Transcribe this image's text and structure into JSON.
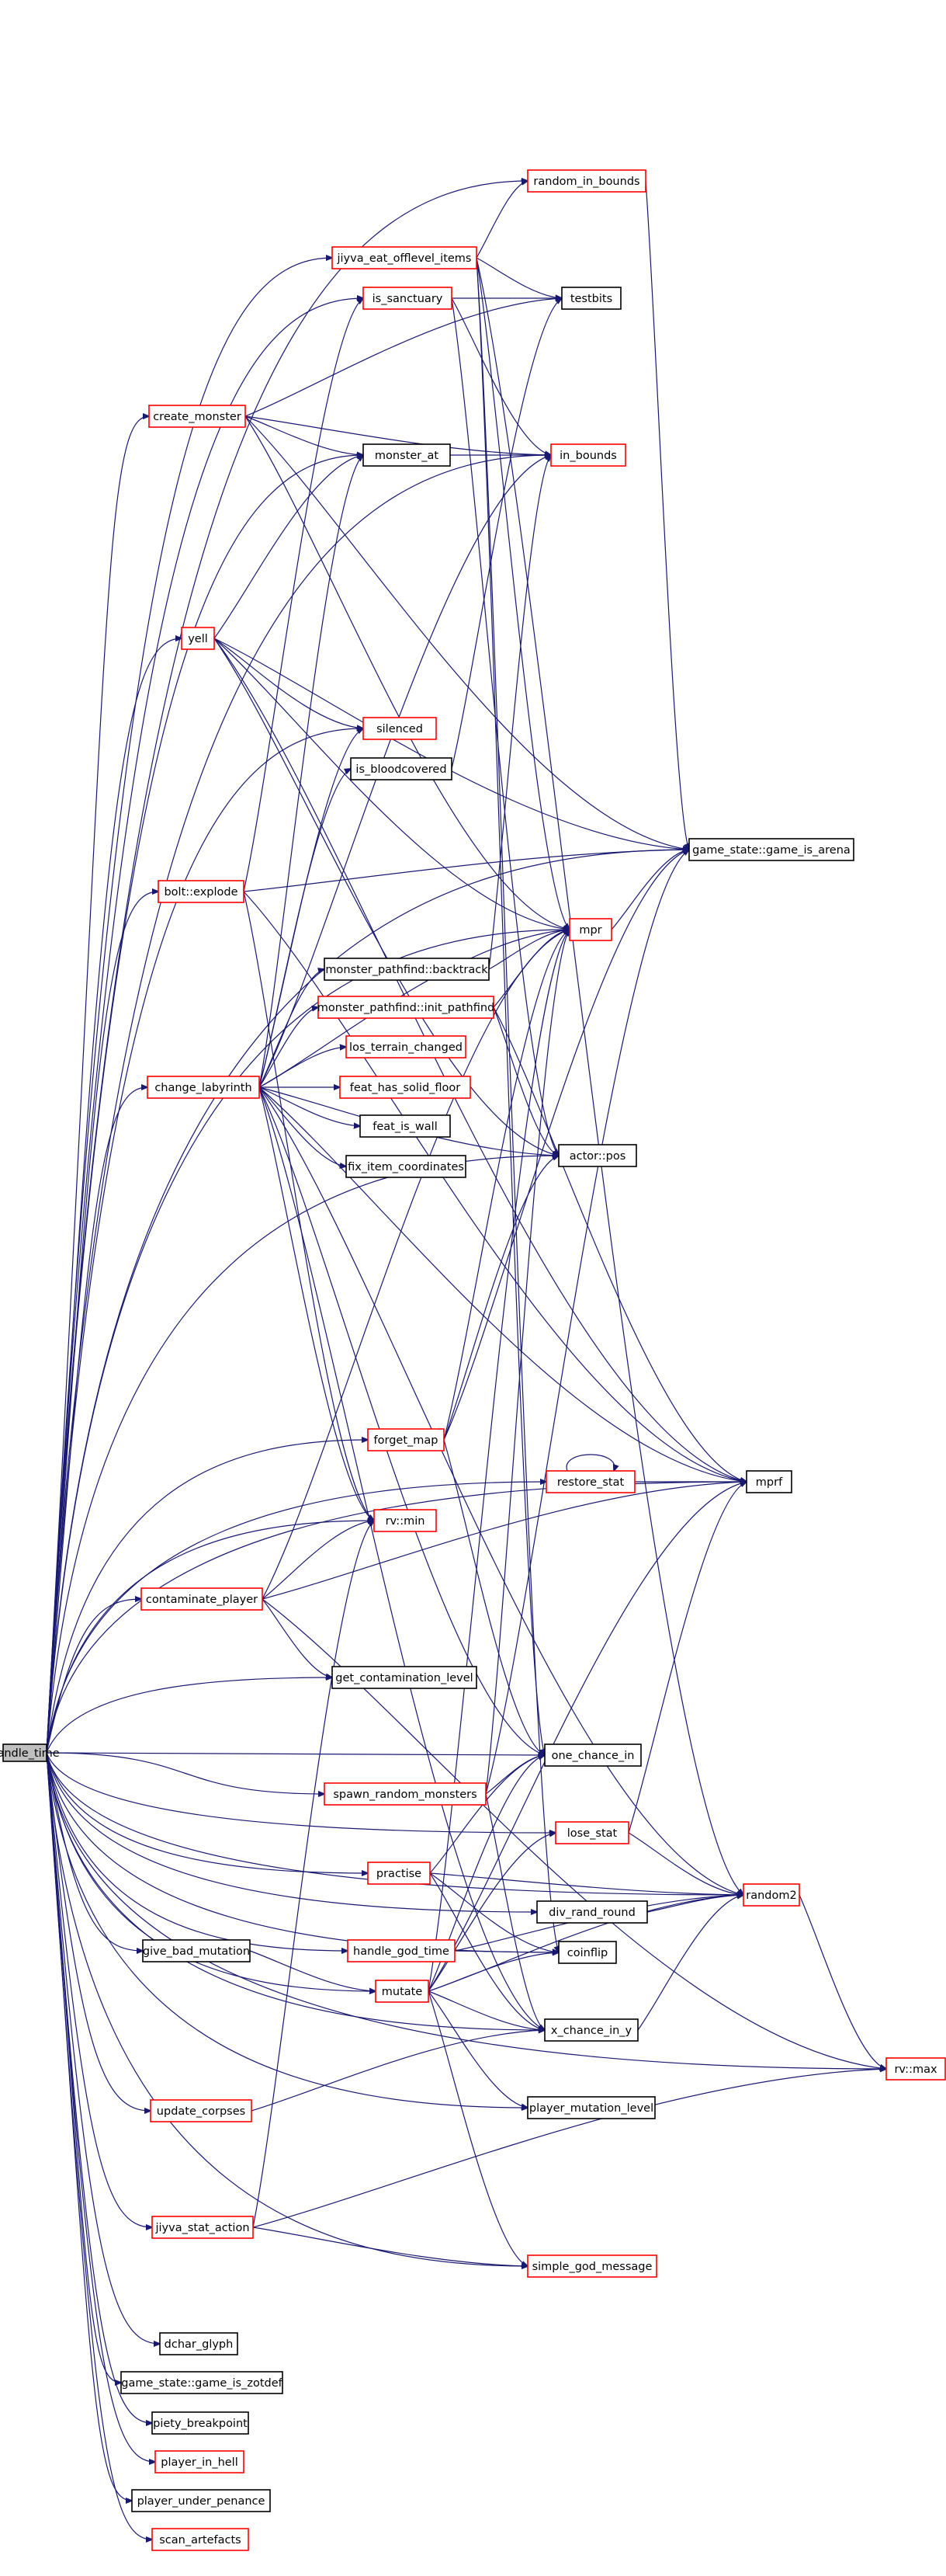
{
  "colors": {
    "edge": "#191970",
    "documented_border": "#ff0000",
    "plain_border": "#000000",
    "root_fill": "#bfbfbf"
  },
  "nodes": {
    "handle_time": {
      "label": "handle_time",
      "style": "root"
    },
    "random_in_bounds": {
      "label": "random_in_bounds",
      "style": "red"
    },
    "jiyva_eat_offlevel_items": {
      "label": "jiyva_eat_offlevel_items",
      "style": "red"
    },
    "testbits": {
      "label": "testbits",
      "style": "black"
    },
    "is_sanctuary": {
      "label": "is_sanctuary",
      "style": "red"
    },
    "create_monster": {
      "label": "create_monster",
      "style": "red"
    },
    "monster_at": {
      "label": "monster_at",
      "style": "black"
    },
    "in_bounds": {
      "label": "in_bounds",
      "style": "red"
    },
    "yell": {
      "label": "yell",
      "style": "red"
    },
    "silenced": {
      "label": "silenced",
      "style": "red"
    },
    "is_bloodcovered": {
      "label": "is_bloodcovered",
      "style": "black"
    },
    "game_is_arena": {
      "label": "game_state::game_is_arena",
      "style": "black"
    },
    "bolt_explode": {
      "label": "bolt::explode",
      "style": "red"
    },
    "mpr": {
      "label": "mpr",
      "style": "red"
    },
    "backtrack": {
      "label": "monster_pathfind::backtrack",
      "style": "black"
    },
    "init_pathfind": {
      "label": "monster_pathfind::init_pathfind",
      "style": "red"
    },
    "change_labyrinth": {
      "label": "change_labyrinth",
      "style": "red"
    },
    "los_terrain_changed": {
      "label": "los_terrain_changed",
      "style": "red"
    },
    "feat_has_solid_floor": {
      "label": "feat_has_solid_floor",
      "style": "red"
    },
    "feat_is_wall": {
      "label": "feat_is_wall",
      "style": "black"
    },
    "fix_item_coordinates": {
      "label": "fix_item_coordinates",
      "style": "black"
    },
    "actor_pos": {
      "label": "actor::pos",
      "style": "black"
    },
    "forget_map": {
      "label": "forget_map",
      "style": "red"
    },
    "restore_stat": {
      "label": "restore_stat",
      "style": "red"
    },
    "mprf": {
      "label": "mprf",
      "style": "black"
    },
    "rv_min": {
      "label": "rv::min",
      "style": "red"
    },
    "contaminate_player": {
      "label": "contaminate_player",
      "style": "red"
    },
    "get_contamination_level": {
      "label": "get_contamination_level",
      "style": "black"
    },
    "one_chance_in": {
      "label": "one_chance_in",
      "style": "black"
    },
    "spawn_random_monsters": {
      "label": "spawn_random_monsters",
      "style": "red"
    },
    "lose_stat": {
      "label": "lose_stat",
      "style": "red"
    },
    "practise": {
      "label": "practise",
      "style": "red"
    },
    "random2": {
      "label": "random2",
      "style": "red"
    },
    "div_rand_round": {
      "label": "div_rand_round",
      "style": "black"
    },
    "give_bad_mutation": {
      "label": "give_bad_mutation",
      "style": "black"
    },
    "handle_god_time": {
      "label": "handle_god_time",
      "style": "red"
    },
    "coinflip": {
      "label": "coinflip",
      "style": "black"
    },
    "mutate": {
      "label": "mutate",
      "style": "red"
    },
    "x_chance_in_y": {
      "label": "x_chance_in_y",
      "style": "black"
    },
    "rv_max": {
      "label": "rv::max",
      "style": "red"
    },
    "update_corpses": {
      "label": "update_corpses",
      "style": "red"
    },
    "player_mutation_level": {
      "label": "player_mutation_level",
      "style": "black"
    },
    "jiyva_stat_action": {
      "label": "jiyva_stat_action",
      "style": "red"
    },
    "simple_god_message": {
      "label": "simple_god_message",
      "style": "red"
    },
    "dchar_glyph": {
      "label": "dchar_glyph",
      "style": "black"
    },
    "game_is_zotdef": {
      "label": "game_state::game_is_zotdef",
      "style": "black"
    },
    "piety_breakpoint": {
      "label": "piety_breakpoint",
      "style": "black"
    },
    "player_in_hell": {
      "label": "player_in_hell",
      "style": "red"
    },
    "player_under_penance": {
      "label": "player_under_penance",
      "style": "black"
    },
    "scan_artefacts": {
      "label": "scan_artefacts",
      "style": "red"
    }
  },
  "edges": [
    [
      "handle_time",
      "random_in_bounds"
    ],
    [
      "handle_time",
      "jiyva_eat_offlevel_items"
    ],
    [
      "handle_time",
      "is_sanctuary"
    ],
    [
      "handle_time",
      "create_monster"
    ],
    [
      "handle_time",
      "monster_at"
    ],
    [
      "handle_time",
      "in_bounds"
    ],
    [
      "handle_time",
      "yell"
    ],
    [
      "handle_time",
      "silenced"
    ],
    [
      "handle_time",
      "game_is_arena"
    ],
    [
      "handle_time",
      "bolt_explode"
    ],
    [
      "handle_time",
      "mpr"
    ],
    [
      "handle_time",
      "change_labyrinth"
    ],
    [
      "handle_time",
      "actor_pos"
    ],
    [
      "handle_time",
      "forget_map"
    ],
    [
      "handle_time",
      "restore_stat"
    ],
    [
      "handle_time",
      "mprf"
    ],
    [
      "handle_time",
      "rv_min"
    ],
    [
      "handle_time",
      "contaminate_player"
    ],
    [
      "handle_time",
      "get_contamination_level"
    ],
    [
      "handle_time",
      "one_chance_in"
    ],
    [
      "handle_time",
      "spawn_random_monsters"
    ],
    [
      "handle_time",
      "lose_stat"
    ],
    [
      "handle_time",
      "practise"
    ],
    [
      "handle_time",
      "random2"
    ],
    [
      "handle_time",
      "div_rand_round"
    ],
    [
      "handle_time",
      "give_bad_mutation"
    ],
    [
      "handle_time",
      "handle_god_time"
    ],
    [
      "handle_time",
      "coinflip"
    ],
    [
      "handle_time",
      "mutate"
    ],
    [
      "handle_time",
      "x_chance_in_y"
    ],
    [
      "handle_time",
      "rv_max"
    ],
    [
      "handle_time",
      "update_corpses"
    ],
    [
      "handle_time",
      "player_mutation_level"
    ],
    [
      "handle_time",
      "jiyva_stat_action"
    ],
    [
      "handle_time",
      "simple_god_message"
    ],
    [
      "handle_time",
      "dchar_glyph"
    ],
    [
      "handle_time",
      "game_is_zotdef"
    ],
    [
      "handle_time",
      "piety_breakpoint"
    ],
    [
      "handle_time",
      "player_in_hell"
    ],
    [
      "handle_time",
      "player_under_penance"
    ],
    [
      "handle_time",
      "scan_artefacts"
    ],
    [
      "random_in_bounds",
      "game_is_arena"
    ],
    [
      "jiyva_eat_offlevel_items",
      "random_in_bounds"
    ],
    [
      "jiyva_eat_offlevel_items",
      "testbits"
    ],
    [
      "jiyva_eat_offlevel_items",
      "mpr"
    ],
    [
      "jiyva_eat_offlevel_items",
      "one_chance_in"
    ],
    [
      "jiyva_eat_offlevel_items",
      "random2"
    ],
    [
      "jiyva_eat_offlevel_items",
      "coinflip"
    ],
    [
      "is_sanctuary",
      "testbits"
    ],
    [
      "is_sanctuary",
      "in_bounds"
    ],
    [
      "is_sanctuary",
      "actor_pos"
    ],
    [
      "create_monster",
      "monster_at"
    ],
    [
      "create_monster",
      "in_bounds"
    ],
    [
      "create_monster",
      "game_is_arena"
    ],
    [
      "create_monster",
      "testbits"
    ],
    [
      "create_monster",
      "mpr"
    ],
    [
      "monster_at",
      "in_bounds"
    ],
    [
      "yell",
      "monster_at"
    ],
    [
      "yell",
      "silenced"
    ],
    [
      "yell",
      "game_is_arena"
    ],
    [
      "yell",
      "mpr"
    ],
    [
      "yell",
      "mprf"
    ],
    [
      "yell",
      "actor_pos"
    ],
    [
      "is_bloodcovered",
      "testbits"
    ],
    [
      "bolt_explode",
      "is_sanctuary"
    ],
    [
      "bolt_explode",
      "game_is_arena"
    ],
    [
      "bolt_explode",
      "mprf"
    ],
    [
      "bolt_explode",
      "rv_min"
    ],
    [
      "mpr",
      "game_is_arena"
    ],
    [
      "backtrack",
      "in_bounds"
    ],
    [
      "backtrack",
      "mpr"
    ],
    [
      "init_pathfind",
      "mpr"
    ],
    [
      "init_pathfind",
      "mprf"
    ],
    [
      "init_pathfind",
      "actor_pos"
    ],
    [
      "change_labyrinth",
      "monster_at"
    ],
    [
      "change_labyrinth",
      "in_bounds"
    ],
    [
      "change_labyrinth",
      "silenced"
    ],
    [
      "change_labyrinth",
      "is_bloodcovered"
    ],
    [
      "change_labyrinth",
      "mpr"
    ],
    [
      "change_labyrinth",
      "backtrack"
    ],
    [
      "change_labyrinth",
      "init_pathfind"
    ],
    [
      "change_labyrinth",
      "los_terrain_changed"
    ],
    [
      "change_labyrinth",
      "feat_has_solid_floor"
    ],
    [
      "change_labyrinth",
      "feat_is_wall"
    ],
    [
      "change_labyrinth",
      "fix_item_coordinates"
    ],
    [
      "change_labyrinth",
      "actor_pos"
    ],
    [
      "change_labyrinth",
      "mprf"
    ],
    [
      "change_labyrinth",
      "rv_min"
    ],
    [
      "change_labyrinth",
      "one_chance_in"
    ],
    [
      "change_labyrinth",
      "random2"
    ],
    [
      "change_labyrinth",
      "x_chance_in_y"
    ],
    [
      "forget_map",
      "game_is_arena"
    ],
    [
      "forget_map",
      "mpr"
    ],
    [
      "forget_map",
      "actor_pos"
    ],
    [
      "forget_map",
      "one_chance_in"
    ],
    [
      "restore_stat",
      "restore_stat"
    ],
    [
      "restore_stat",
      "mprf"
    ],
    [
      "contaminate_player",
      "mpr"
    ],
    [
      "contaminate_player",
      "mprf"
    ],
    [
      "contaminate_player",
      "rv_min"
    ],
    [
      "contaminate_player",
      "get_contamination_level"
    ],
    [
      "contaminate_player",
      "rv_max"
    ],
    [
      "spawn_random_monsters",
      "one_chance_in"
    ],
    [
      "spawn_random_monsters",
      "game_is_arena"
    ],
    [
      "spawn_random_monsters",
      "x_chance_in_y"
    ],
    [
      "spawn_random_monsters",
      "mpr"
    ],
    [
      "lose_stat",
      "mprf"
    ],
    [
      "lose_stat",
      "random2"
    ],
    [
      "practise",
      "random2"
    ],
    [
      "practise",
      "coinflip"
    ],
    [
      "practise",
      "one_chance_in"
    ],
    [
      "practise",
      "x_chance_in_y"
    ],
    [
      "div_rand_round",
      "random2"
    ],
    [
      "give_bad_mutation",
      "mutate"
    ],
    [
      "handle_god_time",
      "coinflip"
    ],
    [
      "handle_god_time",
      "random2"
    ],
    [
      "mutate",
      "one_chance_in"
    ],
    [
      "mutate",
      "coinflip"
    ],
    [
      "mutate",
      "x_chance_in_y"
    ],
    [
      "mutate",
      "random2"
    ],
    [
      "mutate",
      "lose_stat"
    ],
    [
      "mutate",
      "mpr"
    ],
    [
      "mutate",
      "mprf"
    ],
    [
      "mutate",
      "player_mutation_level"
    ],
    [
      "mutate",
      "simple_god_message"
    ],
    [
      "x_chance_in_y",
      "random2"
    ],
    [
      "random2",
      "rv_max"
    ],
    [
      "update_corpses",
      "x_chance_in_y"
    ],
    [
      "jiyva_stat_action",
      "rv_min"
    ],
    [
      "jiyva_stat_action",
      "simple_god_message"
    ],
    [
      "jiyva_stat_action",
      "rv_max"
    ]
  ]
}
